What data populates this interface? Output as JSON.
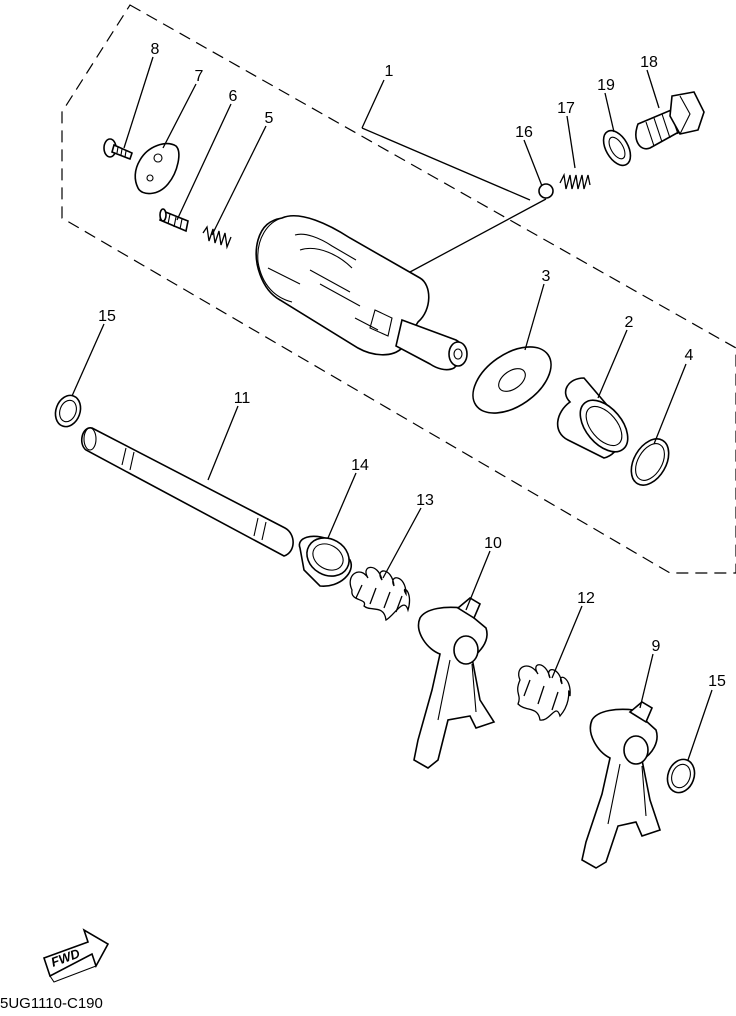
{
  "diagram": {
    "callouts": [
      {
        "id": "c1",
        "label": "1"
      },
      {
        "id": "c2",
        "label": "2"
      },
      {
        "id": "c3",
        "label": "3"
      },
      {
        "id": "c4",
        "label": "4"
      },
      {
        "id": "c5",
        "label": "5"
      },
      {
        "id": "c6",
        "label": "6"
      },
      {
        "id": "c7",
        "label": "7"
      },
      {
        "id": "c8",
        "label": "8"
      },
      {
        "id": "c9",
        "label": "9"
      },
      {
        "id": "c10",
        "label": "10"
      },
      {
        "id": "c11",
        "label": "11"
      },
      {
        "id": "c12",
        "label": "12"
      },
      {
        "id": "c13",
        "label": "13"
      },
      {
        "id": "c14",
        "label": "14"
      },
      {
        "id": "c15a",
        "label": "15"
      },
      {
        "id": "c15b",
        "label": "15"
      },
      {
        "id": "c16",
        "label": "16"
      },
      {
        "id": "c17",
        "label": "17"
      },
      {
        "id": "c18",
        "label": "18"
      },
      {
        "id": "c19",
        "label": "19"
      }
    ],
    "fwd_label": "FWD",
    "figure_code": "5UG1110-C190"
  }
}
